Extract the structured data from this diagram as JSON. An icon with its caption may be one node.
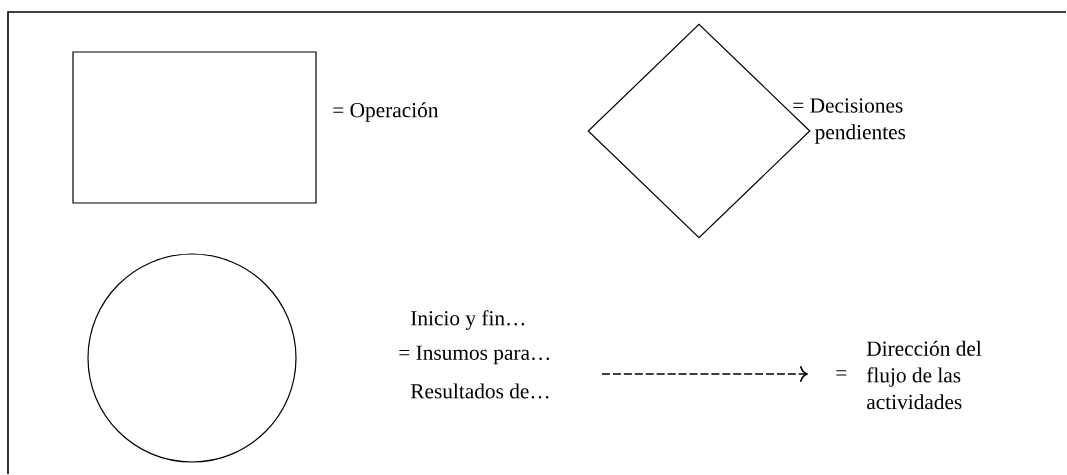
{
  "diagram": {
    "nodes": [
      {
        "text": [],
        "shape": "box",
        "beside": [
          "= Operación"
        ]
      },
      {
        "text": [],
        "shape": "diamond",
        "beside": [
          "= Decisiones pendientes"
        ]
      },
      {
        "text": [],
        "shape": "circle",
        "beside": [
          "Inicio y fin…",
          "= Insumos para…",
          "Resultados de…"
        ]
      }
    ],
    "labels": [
      "=",
      "Dirección del flujo de las actividades"
    ]
  }
}
